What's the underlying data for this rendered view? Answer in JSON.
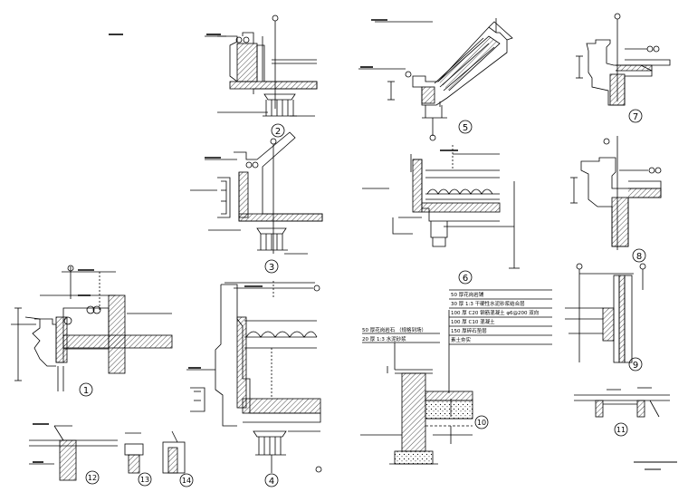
{
  "details": [
    {
      "id": "1",
      "number": "1"
    },
    {
      "id": "2",
      "number": "2"
    },
    {
      "id": "3",
      "number": "3"
    },
    {
      "id": "4",
      "number": "4"
    },
    {
      "id": "5",
      "number": "5"
    },
    {
      "id": "6",
      "number": "6"
    },
    {
      "id": "7",
      "number": "7"
    },
    {
      "id": "8",
      "number": "8"
    },
    {
      "id": "9",
      "number": "9"
    },
    {
      "id": "10",
      "number": "10"
    },
    {
      "id": "11",
      "number": "11"
    },
    {
      "id": "12",
      "number": "12"
    },
    {
      "id": "13",
      "number": "13"
    },
    {
      "id": "14",
      "number": "14"
    }
  ],
  "wall_notes": {
    "line1": "50 厚花岗岩石 （规格到场）",
    "line2": "20 厚 1:3 水泥砂浆"
  },
  "floor_notes": {
    "line1": "50 厚花岗岩铺",
    "line2": "30 厚 1:3 干硬性水泥砂浆结合层",
    "line3": "100 厚 C20 钢筋混凝土 φ6@200 双向",
    "line4": "100 厚 C10 混凝土",
    "line5": "150 厚碎石垫层",
    "line6": "素土夯实"
  },
  "colors": {
    "line": "#000000",
    "background": "#ffffff"
  }
}
